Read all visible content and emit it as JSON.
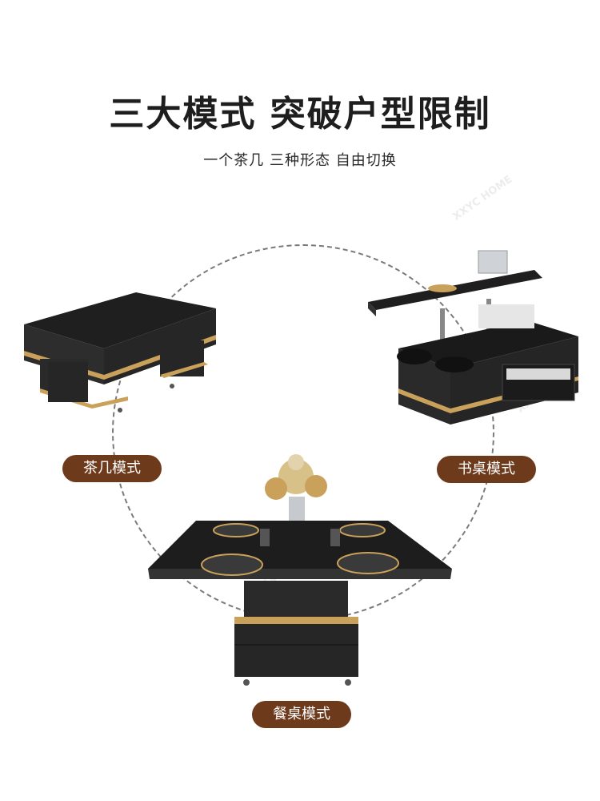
{
  "heading": {
    "title": "三大模式 突破户型限制",
    "subtitle": "一个茶几 三种形态 自由切换"
  },
  "modes": {
    "tea": "茶几模式",
    "desk": "书桌模式",
    "dining": "餐桌模式"
  },
  "watermark": "XXYC HOME",
  "colors": {
    "background": "#ffffff",
    "label_fill": "#6e3a1c",
    "cabinet": "#2c2c2c",
    "gold_trim": "#c9a15a"
  }
}
